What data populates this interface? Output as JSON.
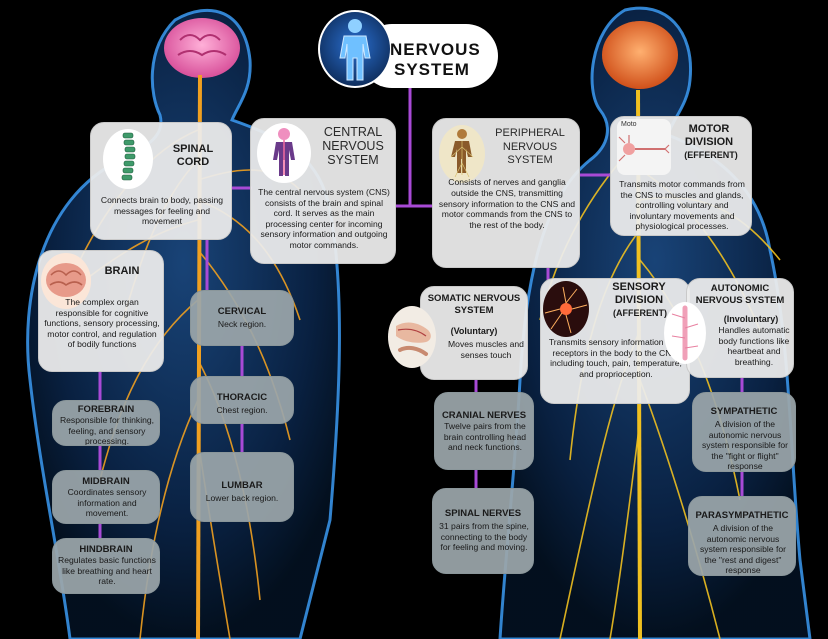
{
  "title": {
    "line1": "NERVOUS",
    "line2": "SYSTEM"
  },
  "colors": {
    "connector": "#a84ad6",
    "nerve": "#f0a020",
    "glow": "#3fa3ff",
    "light_box": "#ececec",
    "gray_box": "#9ba6aa"
  },
  "icons": [
    "human-body-icon",
    "spine-icon",
    "cns-figure-icon",
    "pns-figure-icon",
    "neuron-icon",
    "brain-icon",
    "somatic-limb-icon",
    "sensory-neuron-icon",
    "spinal-cord-icon"
  ],
  "spinal_cord": {
    "title_1": "SPINAL",
    "title_2": "CORD",
    "desc": "Connects brain to body, passing messages for feeling and movement"
  },
  "cns": {
    "title_1": "CENTRAL",
    "title_2": "NERVOUS",
    "title_3": "SYSTEM",
    "desc": "The central nervous system (CNS) consists of the brain and spinal cord. It serves as the main processing center for incoming sensory information and outgoing motor commands."
  },
  "pns": {
    "title_1": "PERIPHERAL",
    "title_2": "NERVOUS",
    "title_3": "SYSTEM",
    "desc": "Consists of nerves and ganglia outside the CNS, transmitting sensory information to the CNS and motor commands from the CNS to the rest of the body."
  },
  "motor": {
    "title_1": "MOTOR",
    "title_2": "DIVISION",
    "title_3": "(EFFERENT)",
    "img_label": "Moto",
    "desc": "Transmits motor commands from the CNS to muscles and glands, controlling voluntary and involuntary movements and physiological processes."
  },
  "brain": {
    "title": "BRAIN",
    "desc": "The complex organ responsible for cognitive functions, sensory processing, motor control, and regulation of bodily functions"
  },
  "cervical": {
    "title": "CERVICAL",
    "desc": "Neck region."
  },
  "thoracic": {
    "title": "THORACIC",
    "desc": "Chest region."
  },
  "lumbar": {
    "title": "LUMBAR",
    "desc": "Lower back region."
  },
  "forebrain": {
    "title": "FOREBRAIN",
    "desc": "Responsible for thinking, feeling, and sensory processing."
  },
  "midbrain": {
    "title": "MIDBRAIN",
    "desc": "Coordinates sensory information and movement."
  },
  "hindbrain": {
    "title": "HINDBRAIN",
    "desc": "Regulates basic functions like breathing and heart rate."
  },
  "somatic": {
    "title_1": "SOMATIC NERVOUS",
    "title_2": "SYSTEM",
    "title_3": "(Voluntary)",
    "desc": "Moves muscles and senses touch"
  },
  "sensory": {
    "title_1": "SENSORY",
    "title_2": "DIVISION",
    "title_3": "(AFFERENT)",
    "desc": "Transmits sensory information from receptors in the body to the CNS, including touch, pain, temperature, and proprioception."
  },
  "autonomic": {
    "title_1": "AUTONOMIC",
    "title_2": "NERVOUS SYSTEM",
    "title_3": "(Involuntary)",
    "desc": "Handles automatic body functions like heartbeat and breathing."
  },
  "cranial": {
    "title": "CRANIAL NERVES",
    "desc": "Twelve pairs from the brain controlling head and neck functions."
  },
  "spinal_nerves": {
    "title": "SPINAL NERVES",
    "desc": "31 pairs from the spine, connecting to the body for feeling and moving."
  },
  "sympathetic": {
    "title": "SYMPATHETIC",
    "desc": "A division of the autonomic nervous system responsible for the \"fight or flight\" response"
  },
  "parasympathetic": {
    "title": "PARASYMPATHETIC",
    "desc": "A division of the autonomic nervous system responsible for the \"rest and digest\" response"
  }
}
